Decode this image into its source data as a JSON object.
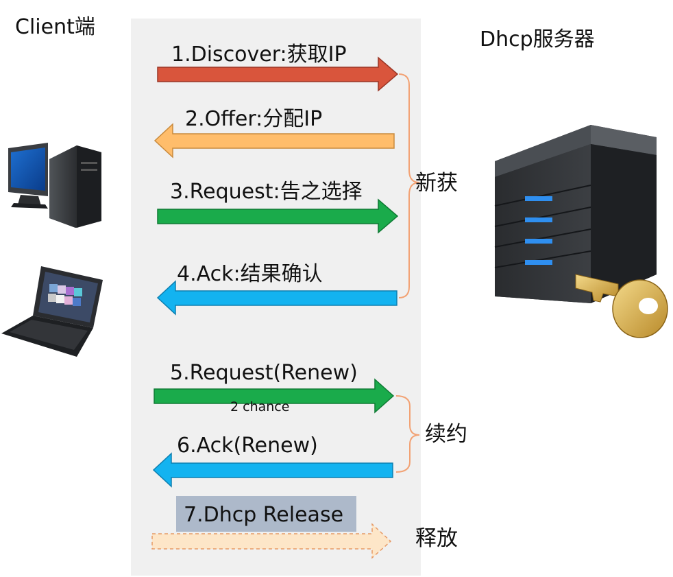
{
  "client": {
    "title": "Client端"
  },
  "server": {
    "title": "Dhcp服务器"
  },
  "steps": [
    {
      "label": "1.Discover:获取IP",
      "direction": "to-server",
      "color": "#d9553c"
    },
    {
      "label": "2.Offer:分配IP",
      "direction": "to-client",
      "color": "#ffbd6b"
    },
    {
      "label": "3.Request:告之选择",
      "direction": "to-server",
      "color": "#1aab4b"
    },
    {
      "label": "4.Ack:结果确认",
      "direction": "to-client",
      "color": "#13b3f0"
    },
    {
      "label": "5.Request(Renew)",
      "direction": "to-server",
      "color": "#1aab4b",
      "note": "2 chance"
    },
    {
      "label": "6.Ack(Renew)",
      "direction": "to-client",
      "color": "#13b3f0"
    },
    {
      "label": "7.Dhcp Release",
      "direction": "to-server",
      "color": "#fde6c8",
      "style": "dashed"
    }
  ],
  "groups": [
    {
      "label": "新获"
    },
    {
      "label": "续约"
    },
    {
      "label": "释放"
    }
  ],
  "icons": [
    "desktop-computer-icon",
    "laptop-icon",
    "server-tower-icon",
    "key-icon"
  ]
}
